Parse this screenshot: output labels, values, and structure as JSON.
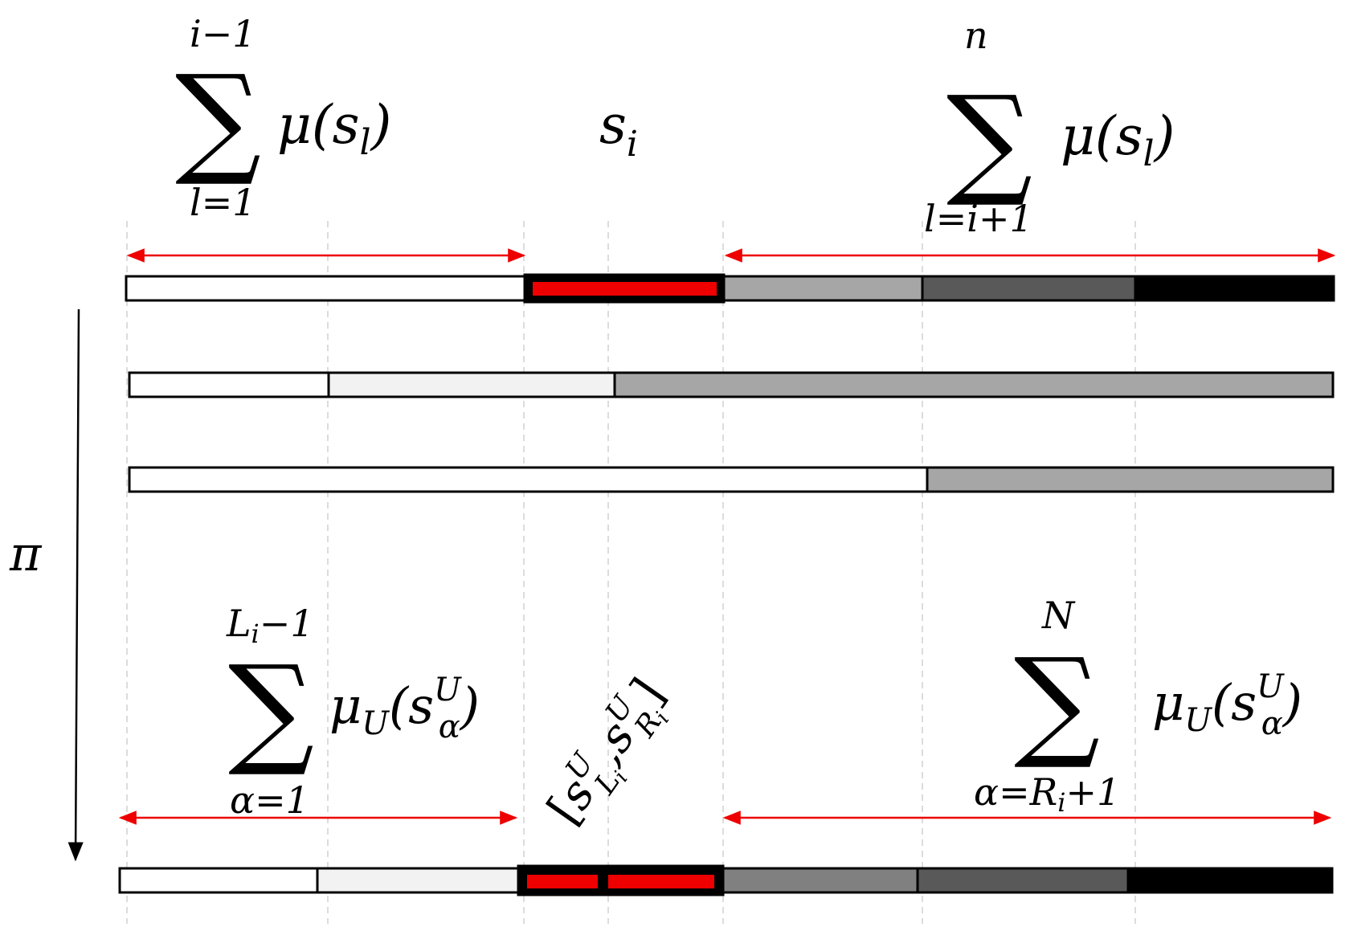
{
  "diagram": {
    "axis_label": "π",
    "top_left_sum": {
      "sigma": "∑",
      "upper": "i−1",
      "lower": "l=1",
      "term": "μ(s",
      "term_sub": "l",
      "term_close": ")"
    },
    "top_center": {
      "symbol": "s",
      "sub": "i"
    },
    "top_right_sum": {
      "sigma": "∑",
      "upper": "n",
      "lower": "l=i+1",
      "term": "μ(s",
      "term_sub": "l",
      "term_close": ")"
    },
    "bottom_left_sum": {
      "sigma": "∑",
      "upper": "L",
      "upper_sub": "i",
      "upper_tail": "−1",
      "lower": "α=1",
      "term": "μ",
      "term_sub": "U",
      "term_mid": "(s",
      "term_sup": "U",
      "term_sub2": "α",
      "term_close": ")"
    },
    "bottom_center": {
      "open": "[",
      "s1": "s",
      "s1_sup": "U",
      "s1_sub": "L",
      "s1_subsub": "i",
      "comma": ",",
      "s2": "s",
      "s2_sup": "U",
      "s2_sub": "R",
      "s2_subsub": "i",
      "close": "]"
    },
    "bottom_right_sum": {
      "sigma": "∑",
      "upper": "N",
      "lower": "α=R",
      "lower_sub": "i",
      "lower_tail": "+1",
      "term": "μ",
      "term_sub": "U",
      "term_mid": "(s",
      "term_sup": "U",
      "term_sub2": "α",
      "term_close": ")"
    },
    "colors": {
      "highlight": "#ee0000",
      "arrow": "#ee0000",
      "light": "#f2f2f2",
      "mid": "#a6a6a6",
      "mid2": "#808080",
      "dark": "#595959",
      "black": "#000000"
    }
  }
}
